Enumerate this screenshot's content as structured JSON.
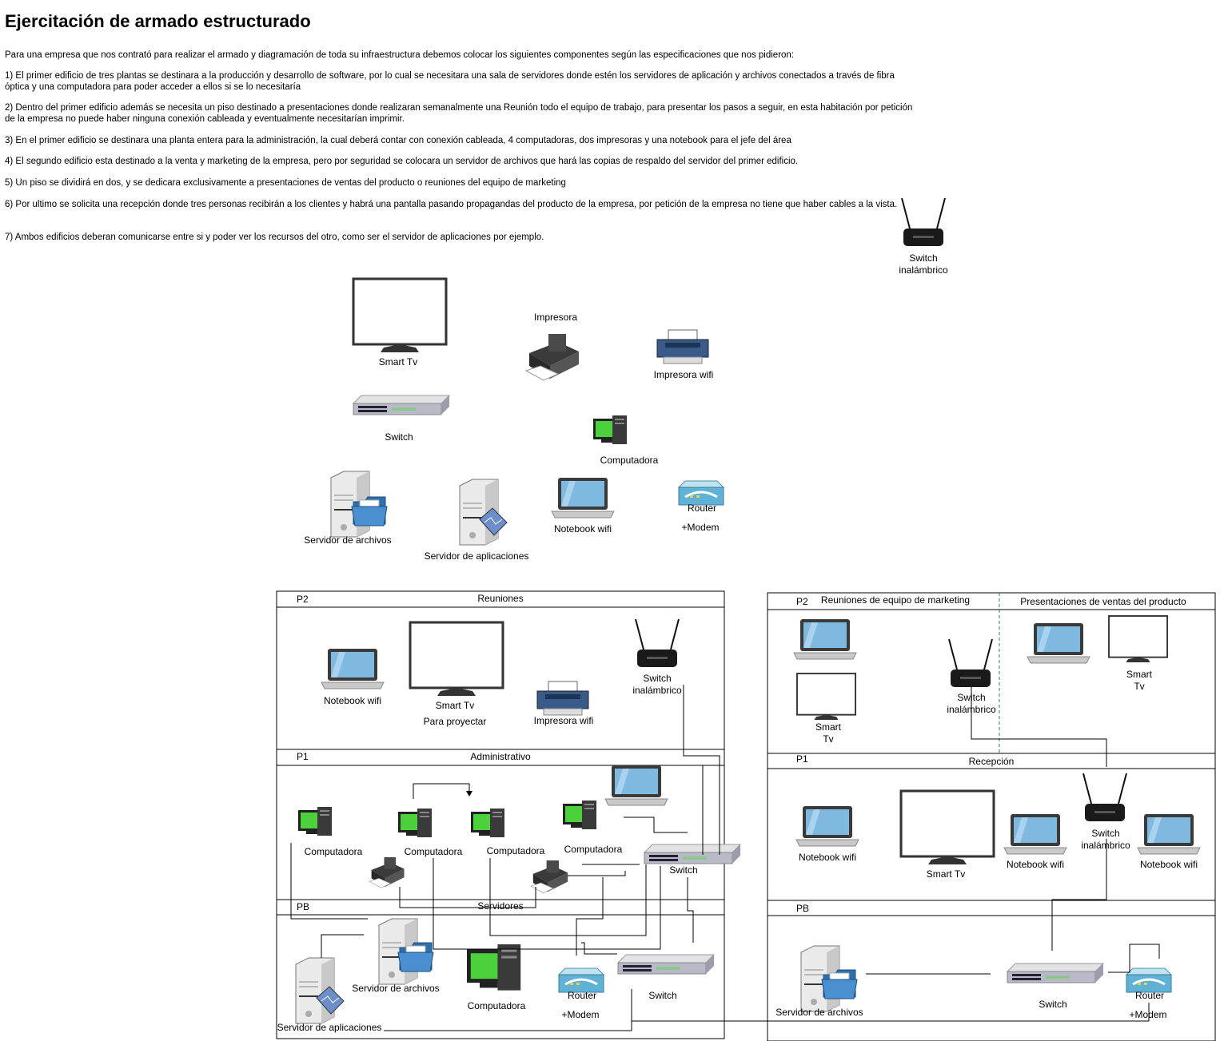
{
  "title": "Ejercitación de armado estructurado",
  "intro": "Para una empresa que  nos contrató para realizar el armado y diagramación de toda su infraestructura debemos colocar los siguientes componentes según las especificaciones que nos pidieron:",
  "requirements": [
    "1) El primer edificio de tres plantas se destinara a la producción y desarrollo de software, por lo cual se necesitara una sala de servidores donde estén los servidores de aplicación y archivos conectados a través de fibra óptica y una computadora para poder acceder a ellos si se lo necesitaría",
    "2) Dentro del primer edificio además se necesita un piso destinado a presentaciones donde realizaran semanalmente una Reunión todo el equipo de trabajo, para presentar los pasos a seguir, en esta habitación por petición de la empresa no puede haber ninguna conexión cableada y eventualmente necesitarían imprimir.",
    "3) En el primer edificio se destinara una planta entera para la administración, la cual deberá contar con conexión cableada, 4 computadoras, dos impresoras y una notebook para el jefe del área",
    "4) El segundo edificio esta destinado a la venta y marketing de la empresa, pero por seguridad se colocara un servidor de archivos que hará las copias de respaldo del servidor del primer edificio.",
    "5) Un piso se dividirá en dos, y se dedicara exclusivamente a presentaciones de ventas del producto o reuniones del equipo de marketing",
    "6) Por ultimo se solicita una recepción donde tres personas recibirán a los clientes y habrá una pantalla pasando propagandas del producto de la empresa, por petición de la empresa no tiene que haber cables a la vista.",
    "7) Ambos edificios deberan comunicarse entre si y poder ver los recursos del otro, como ser el servidor de aplicaciones por ejemplo."
  ],
  "palette": {
    "switch_wireless": [
      "Switch",
      "inalámbrico"
    ],
    "smart_tv": "Smart Tv",
    "impresora_title": "Impresora",
    "impresora_wifi": "Impresora wifi",
    "switch": "Switch",
    "computadora": "Computadora",
    "servidor_archivos": "Servidor de archivos",
    "servidor_aplicaciones": "Servidor de aplicaciones",
    "notebook_wifi": "Notebook wifi",
    "router": "Router",
    "modem": "+Modem"
  },
  "building1": {
    "p2": {
      "floor": "P2",
      "name": "Reuniones",
      "notebook": "Notebook wifi",
      "tv": "Smart Tv",
      "tv_note": "Para proyectar",
      "printer": "Impresora wifi",
      "ap": [
        "Switch",
        "inalámbrico"
      ]
    },
    "p1": {
      "floor": "P1",
      "name": "Administrativo",
      "pc": "Computadora",
      "switch": "Switch"
    },
    "pb": {
      "floor": "PB",
      "name": "Servidores",
      "file_server": "Servidor de archivos",
      "app_server": "Servidor de aplicaciones",
      "pc": "Computadora",
      "router": "Router",
      "modem": "+Modem",
      "switch": "Switch"
    }
  },
  "building2": {
    "p2": {
      "floor": "P2",
      "left_name": "Reuniones de equipo de marketing",
      "right_name": "Presentaciones de ventas del producto",
      "tv": [
        "Smart",
        "Tv"
      ],
      "ap": [
        "Switch",
        "inalámbrico"
      ]
    },
    "p1": {
      "floor": "P1",
      "name": "Recepción",
      "notebook": "Notebook wifi",
      "tv": "Smart Tv",
      "ap": [
        "Switch",
        "inalámbrico"
      ]
    },
    "pb": {
      "floor": "PB",
      "file_server": "Servidor de archivos",
      "switch": "Switch",
      "router": "Router",
      "modem": "+Modem"
    }
  }
}
